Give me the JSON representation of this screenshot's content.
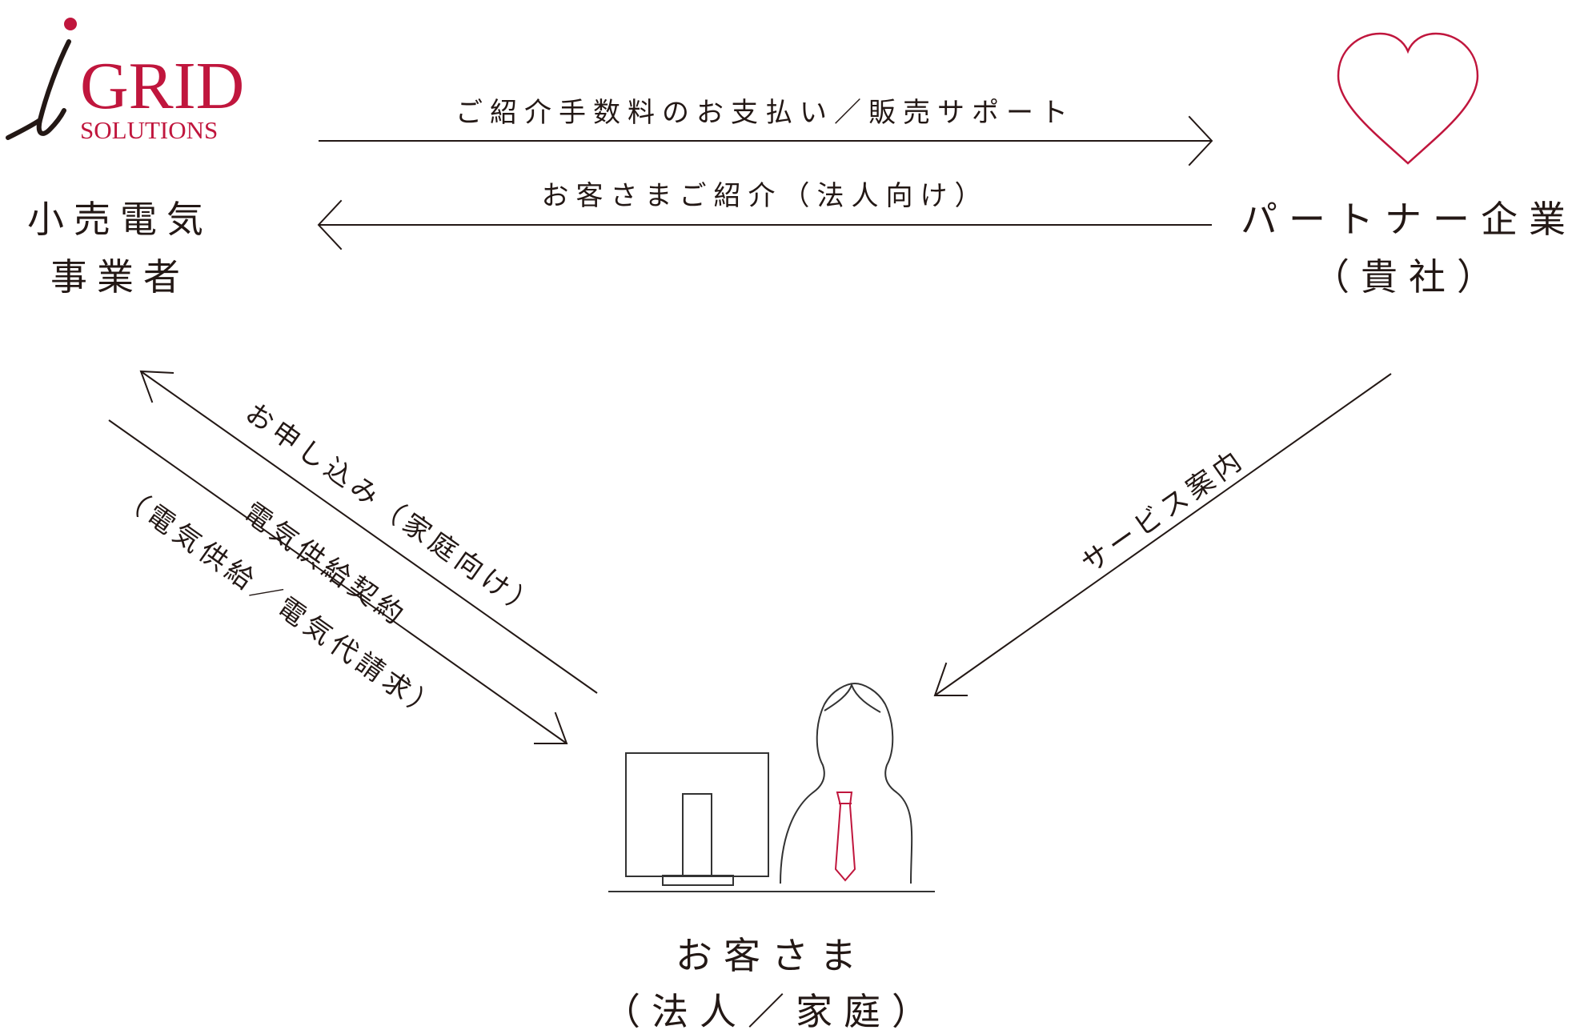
{
  "colors": {
    "brand": "#c0163d",
    "text": "#231815",
    "line": "#333333"
  },
  "logo": {
    "name": "GRID",
    "sub": "SOLUTIONS",
    "mark": "i"
  },
  "nodes": {
    "retailer": {
      "line1": "小売電気",
      "line2": "事業者"
    },
    "partner": {
      "line1": "パートナー企業",
      "line2": "（貴社）",
      "icon": "heart-icon"
    },
    "customer": {
      "line1": "お客さま",
      "line2": "（法人／家庭）",
      "icon": "person-at-computer-icon"
    }
  },
  "arrows": {
    "fee_payment": "ご紹介手数料のお支払い／販売サポート",
    "customer_referral": "お客さまご紹介（法人向け）",
    "application": "お申し込み（家庭向け）",
    "supply_contract": "電気供給契約",
    "supply_billing": "（電気供給／電気代請求）",
    "service_guide": "サービス案内"
  }
}
